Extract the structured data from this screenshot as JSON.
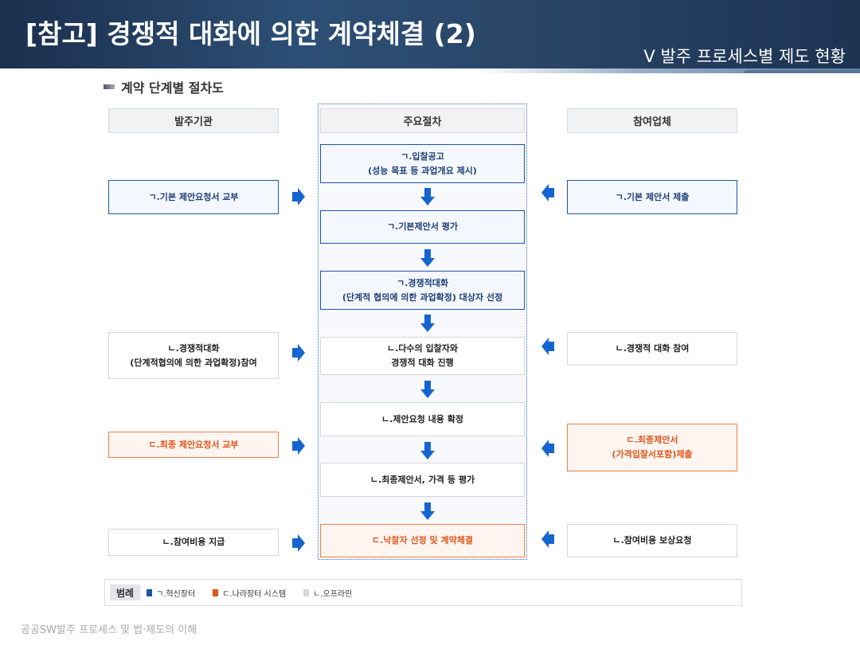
{
  "header": {
    "title": "[참고] 경쟁적 대화에 의한 계약체결 (2)",
    "subtitle": "V 발주 프로세스별 제도 현황"
  },
  "section_title": "계약 단계별 절차도",
  "columns": {
    "left": "발주기관",
    "center": "주요절차",
    "right": "참여업체"
  },
  "center_steps": [
    {
      "line1": "ㄱ.입찰공고",
      "line2": "(성능 목표 등 과업개요 제시)",
      "type": "blue"
    },
    {
      "line1": "ㄱ.기본제안서 평가",
      "line2": "",
      "type": "blue"
    },
    {
      "line1": "ㄱ.경쟁적대화",
      "line2": "(단계적 협의에 의한 과업확정) 대상자 선정",
      "type": "blue"
    },
    {
      "line1": "ㄴ.다수의 입찰자와",
      "line2": "경쟁적 대화 진행",
      "type": "gray"
    },
    {
      "line1": "ㄴ.제안요청 내용 확정",
      "line2": "",
      "type": "gray"
    },
    {
      "line1": "ㄴ.최종제안서, 가격 등 평가",
      "line2": "",
      "type": "gray"
    },
    {
      "line1": "ㄷ.낙찰자 선정 및 계약체결",
      "line2": "",
      "type": "orange"
    }
  ],
  "left_items": [
    {
      "line1": "ㄱ.기본 제안요청서 교부",
      "line2": ""
    },
    {
      "line1": "ㄴ.경쟁적대화",
      "line2": "(단계적협의에 의한 과업확정)참여"
    },
    {
      "line1": "ㄷ.최종 제안요청서 교부",
      "line2": ""
    },
    {
      "line1": "ㄴ.참여비용 지급",
      "line2": ""
    }
  ],
  "right_items": [
    {
      "line1": "ㄱ.기본 제안서 제출",
      "line2": ""
    },
    {
      "line1": "ㄴ.경쟁적 대화 참여",
      "line2": ""
    },
    {
      "line1": "ㄷ.최종제안서",
      "line2": "(가격입찰서포함)제출"
    },
    {
      "line1": "ㄴ.참여비용 보상요청",
      "line2": ""
    }
  ],
  "legend": {
    "title": "범례",
    "items": [
      {
        "label": "ㄱ.혁신장터",
        "color": "#1f56a8"
      },
      {
        "label": "ㄷ.나라장터 시스템",
        "color": "#e0561a"
      },
      {
        "label": "ㄴ.오프라인",
        "color": "#d4d6da"
      }
    ]
  },
  "footer": "공공SW발주 프로세스 및 법·제도의 이해",
  "colors": {
    "blue": "#1f56a8",
    "orange": "#e0561a",
    "arrow": "#1565d0"
  }
}
